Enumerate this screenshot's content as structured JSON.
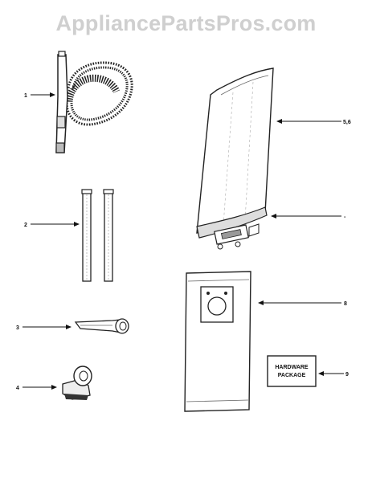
{
  "watermark": "AppliancePartsPros.com",
  "callouts": {
    "c1": "1",
    "c2": "2",
    "c3": "3",
    "c4": "4",
    "c56": "5,6",
    "c7": "-",
    "c8": "8",
    "c9": "9"
  },
  "hardware_package": {
    "line1": "HARDWARE",
    "line2": "PACKAGE"
  }
}
